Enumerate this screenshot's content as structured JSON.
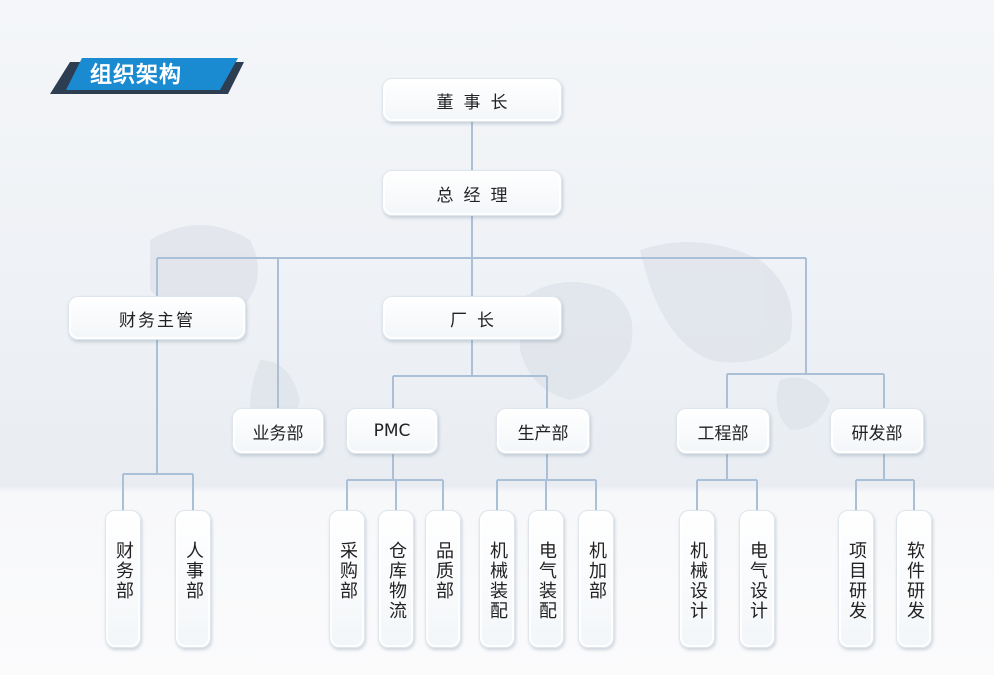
{
  "banner": {
    "title": "组织架构"
  },
  "colors": {
    "line": "#a9c0d6",
    "banner": "#1a8ad1",
    "banner_dark": "#2d3d52"
  },
  "chart": {
    "chairman": "董事长",
    "general_manager": "总经理",
    "finance_supervisor": "财务主管",
    "factory_director": "厂长",
    "sales_dept": "业务部",
    "pmc": "PMC",
    "production_dept": "生产部",
    "engineering_dept": "工程部",
    "rd_dept": "研发部",
    "finance_dept": "财务部",
    "hr_dept": "人事部",
    "purchasing_dept": "采购部",
    "warehouse_logistics": "仓库物流",
    "quality_dept": "品质部",
    "mech_assembly": "机械装配",
    "elec_assembly": "电气装配",
    "machining": "机加部",
    "mech_design": "机械设计",
    "elec_design": "电气设计",
    "project_rd": "项目研发",
    "software_rd": "软件研发"
  }
}
